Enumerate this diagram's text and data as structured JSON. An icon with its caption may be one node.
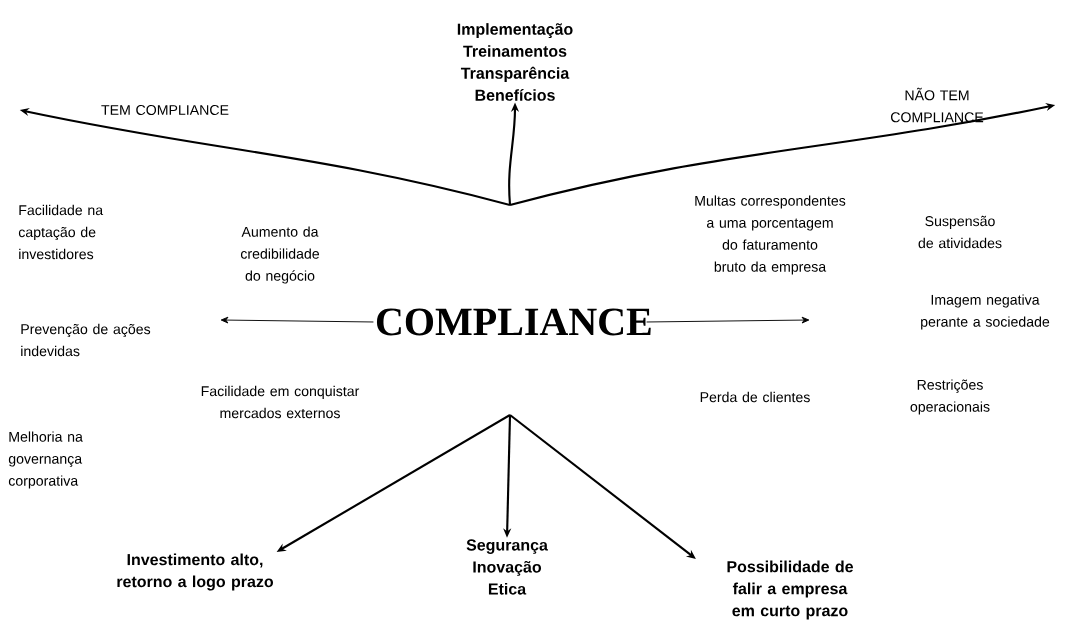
{
  "diagram": {
    "nodes": [
      {
        "text": [
          "TEM COMPLIANCE"
        ]
      },
      {
        "text": [
          "Implementação",
          "Treinamentos",
          "Transparência",
          "Benefícios"
        ]
      },
      {
        "text": [
          "NÃO TEM COMPLIANCE"
        ]
      },
      {
        "text": [
          "COMPLIANCE"
        ]
      },
      {
        "text": [
          "Investimento alto, retorno a logo prazo"
        ]
      },
      {
        "text": [
          "Segurança",
          "Inovação",
          "Etica"
        ]
      },
      {
        "text": [
          "Possibilidade de falir a empresa em curto prazo"
        ]
      }
    ],
    "edges": [
      {
        "from": null,
        "to": 0,
        "arrow": "to"
      },
      {
        "from": null,
        "to": 1,
        "arrow": "to"
      },
      {
        "from": null,
        "to": 2,
        "arrow": "to"
      },
      {
        "from": 3,
        "to": null,
        "arrow": "to"
      },
      {
        "from": 3,
        "to": null,
        "arrow": "to"
      },
      {
        "from": null,
        "to": 4,
        "arrow": "to"
      },
      {
        "from": null,
        "to": 5,
        "arrow": "to"
      },
      {
        "from": null,
        "to": 6,
        "arrow": "to"
      }
    ],
    "labels": [
      "Facilidade na captação de investidores",
      "Aumento da credibilidade do negócio",
      "Multas correspondentes a uma porcentagem do faturamento bruto da empresa",
      "Suspensão de atividades",
      "Prevenção de ações indevidas",
      "Imagem negativa perante a sociedade",
      "Facilidade em conquistar mercados externos",
      "Restrições operacionais",
      "Perda de clientes",
      "Melhoria na governança corporativa"
    ]
  }
}
